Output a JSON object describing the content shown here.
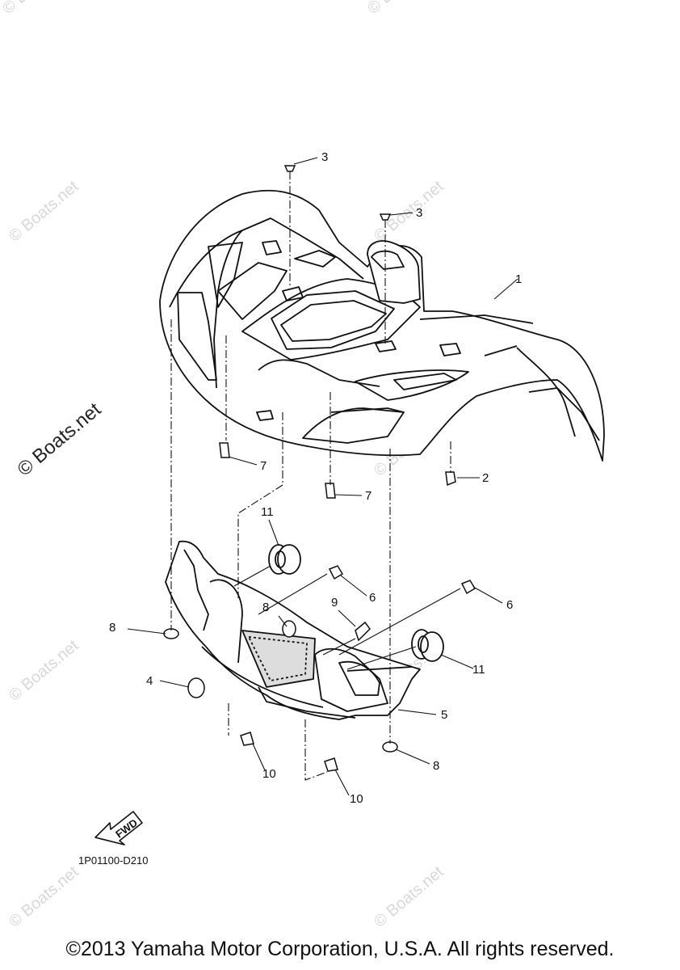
{
  "callouts": {
    "c1": "1",
    "c2": "2",
    "c3a": "3",
    "c3b": "3",
    "c4": "4",
    "c5": "5",
    "c6a": "6",
    "c6b": "6",
    "c7a": "7",
    "c7b": "7",
    "c8a": "8",
    "c8b": "8",
    "c8c": "8",
    "c9": "9",
    "c10a": "10",
    "c10b": "10",
    "c11a": "11",
    "c11b": "11"
  },
  "fwd_label": "FWD",
  "diagram_code": "1P01100-D210",
  "watermark": "© Boats.net",
  "copyright": "©2013 Yamaha Motor Corporation, U.S.A. All rights reserved."
}
